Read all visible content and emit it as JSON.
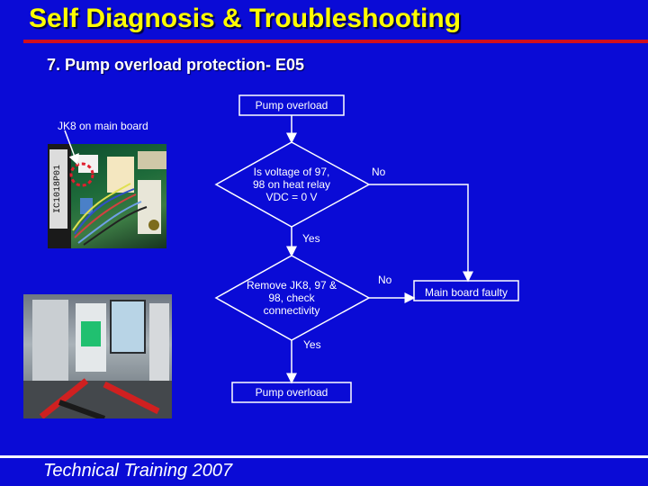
{
  "header": {
    "title": "Self Diagnosis & Troubleshooting",
    "subtitle": "7. Pump overload protection- E05"
  },
  "photos": {
    "board_label": "JK8 on main board",
    "board_chip_text": "IC1018P01"
  },
  "flow": {
    "start": "Pump overload",
    "decision1": [
      "Is voltage of 97,",
      "98 on heat relay",
      "VDC = 0 V"
    ],
    "decision1_yes": "Yes",
    "decision1_no": "No",
    "decision2": [
      "Remove JK8, 97 &",
      "98,  check",
      "connectivity"
    ],
    "decision2_yes": "Yes",
    "decision2_no": "No",
    "end": "Pump overload",
    "fault": "Main board faulty"
  },
  "footer": {
    "text": "Technical Training 2007"
  },
  "colors": {
    "background": "#0a0bd6",
    "title": "#ffff00",
    "rule": "#d10f1f",
    "line": "#ffffff"
  }
}
